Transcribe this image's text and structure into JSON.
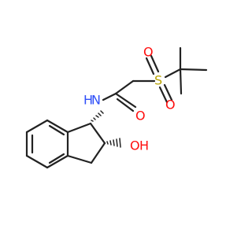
{
  "atoms": {
    "N": {
      "text": "N",
      "color": "#3050F8"
    },
    "H_amide": {
      "text": "H",
      "color": "#3050F8"
    },
    "O_amide": {
      "text": "O",
      "color": "#FF0D0D"
    },
    "S": {
      "text": "S",
      "color": "#B8A300"
    },
    "O_sulfonyl_1": {
      "text": "O",
      "color": "#FF0D0D"
    },
    "O_sulfonyl_2": {
      "text": "O",
      "color": "#FF0D0D"
    },
    "OH_O": {
      "text": "O",
      "color": "#FF0D0D"
    },
    "OH_H": {
      "text": "H",
      "color": "#FF0D0D"
    }
  },
  "colors": {
    "bond": "#222222",
    "background": "#ffffff"
  }
}
